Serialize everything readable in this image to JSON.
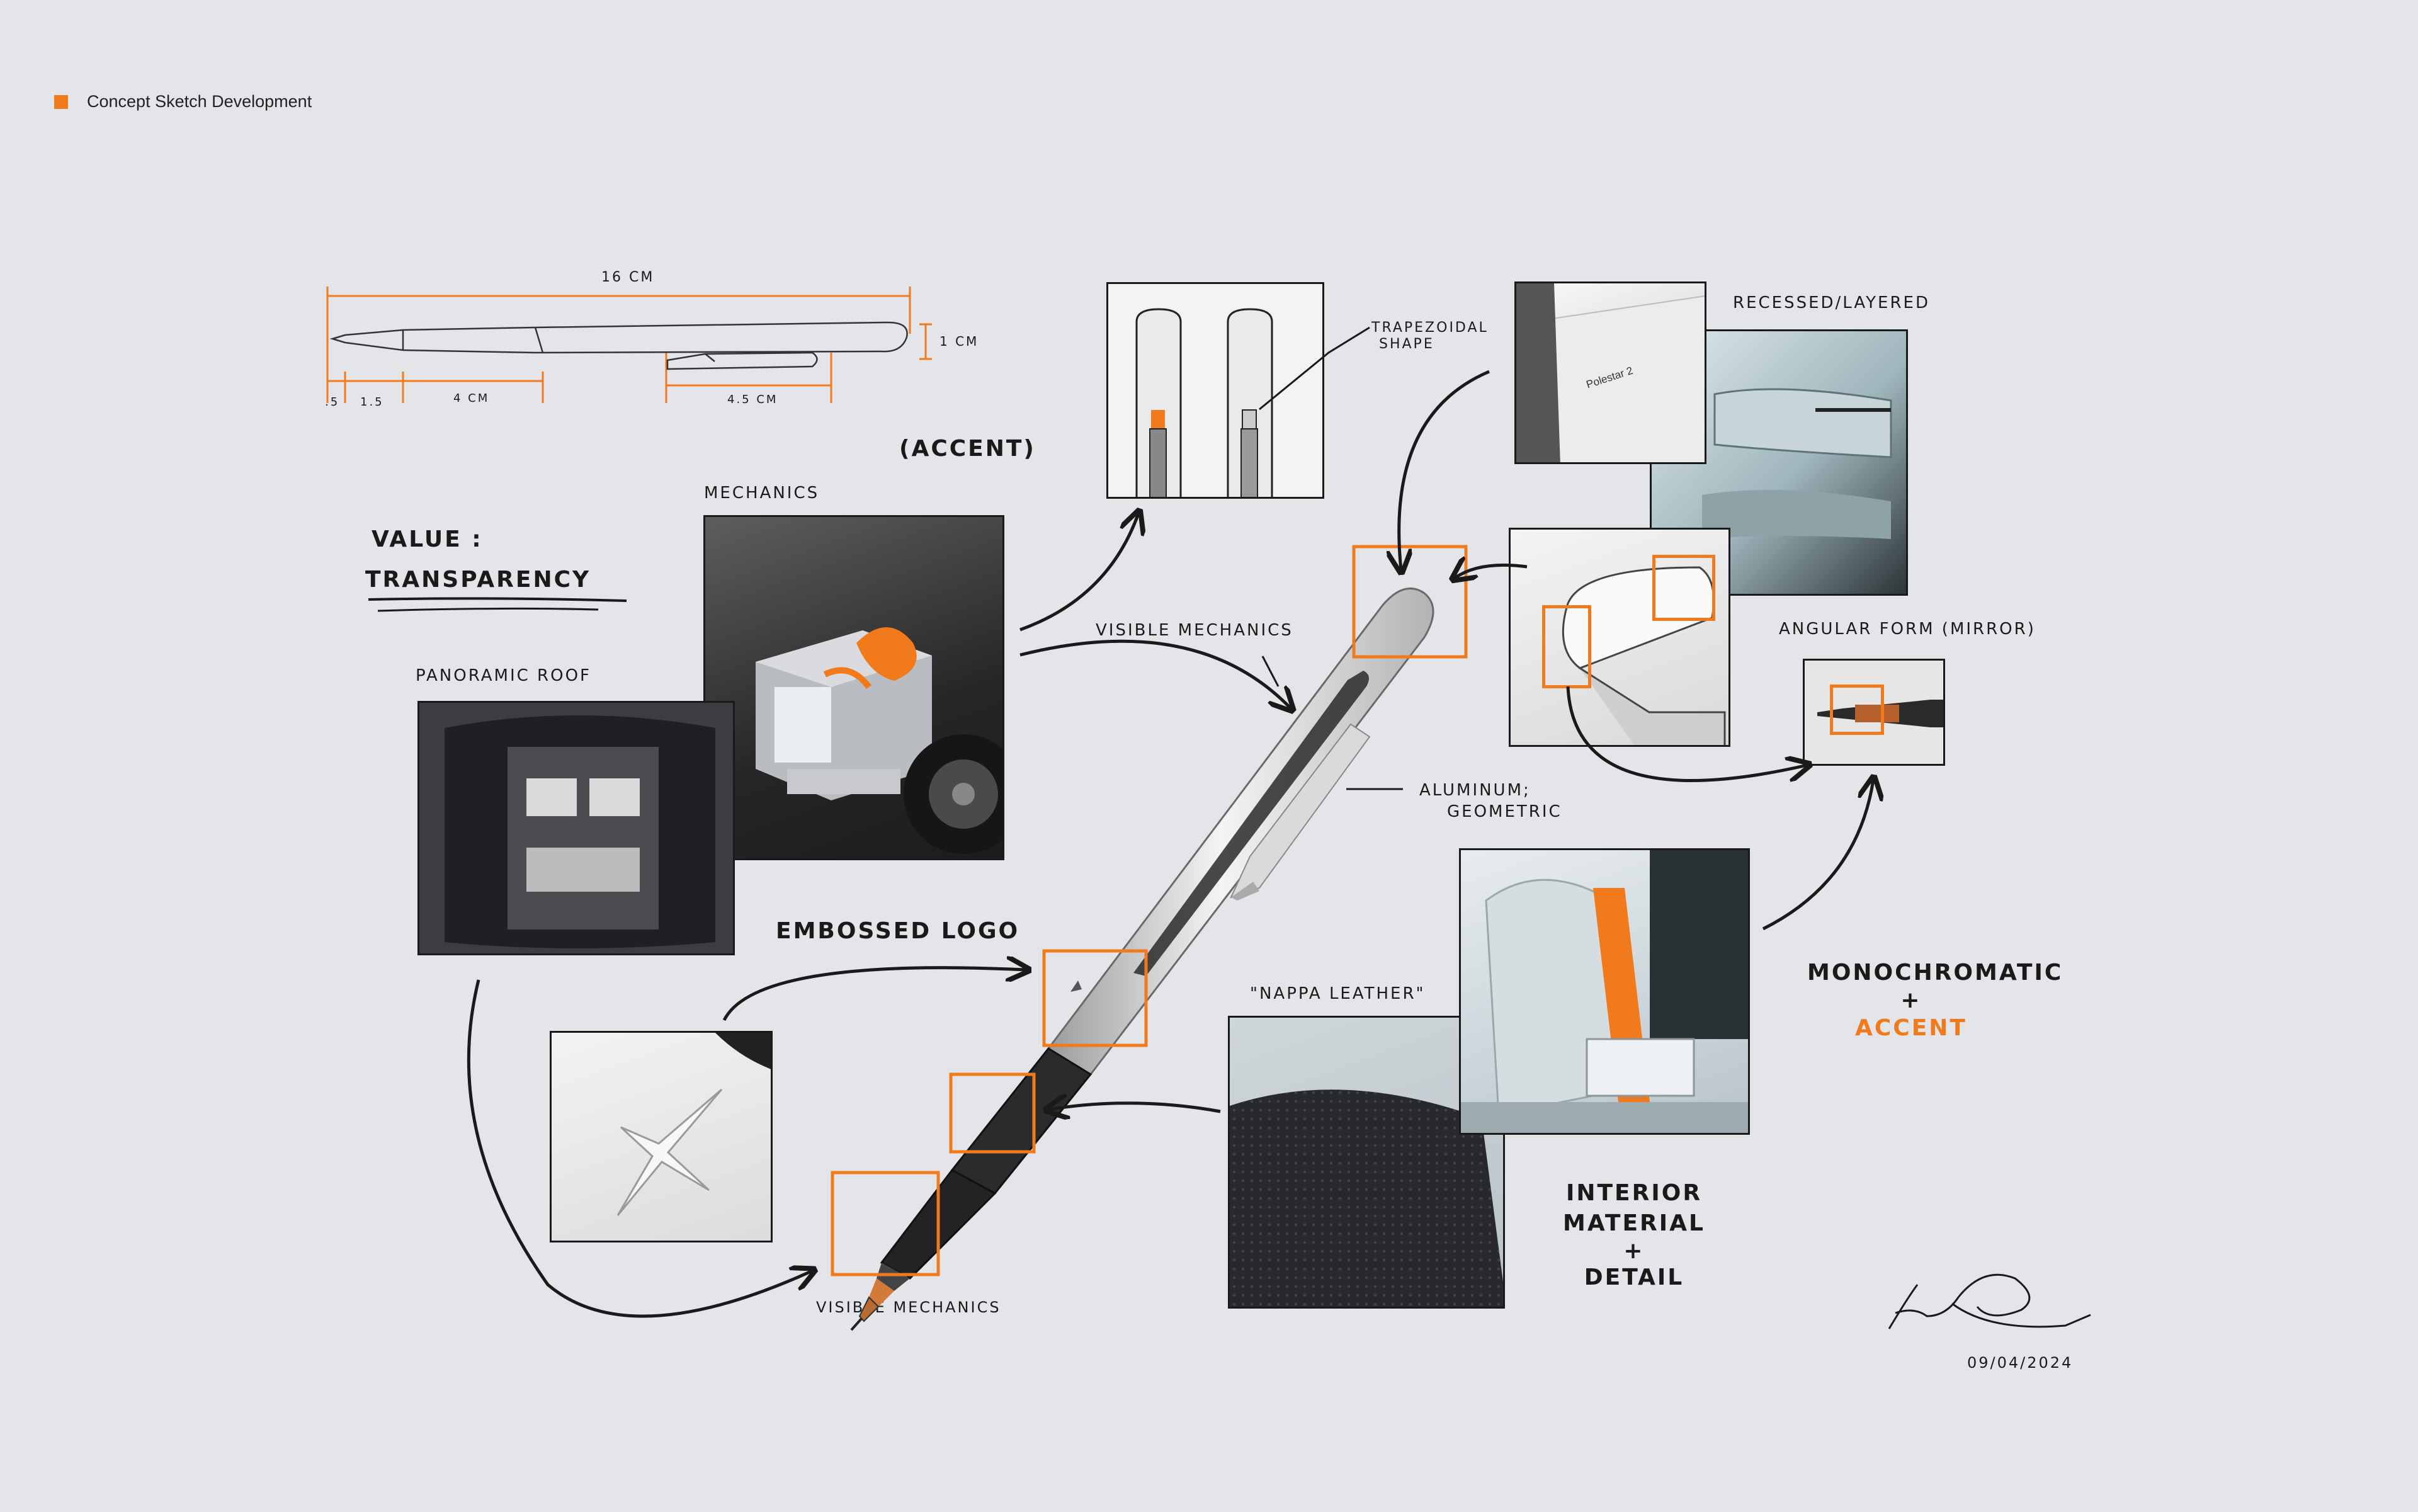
{
  "header": {
    "title": "Concept Sketch Development"
  },
  "dimensions": {
    "length": "16 cm",
    "height": "1 cm",
    "seg1": ".5",
    "seg2": "1.5",
    "seg3": "4 cm",
    "seg4": "4.5 cm"
  },
  "labels": {
    "value": "VALUE :",
    "transparency": "TRANSPARENCY",
    "mechanics": "MECHANICS",
    "accent_paren": "(ACCENT)",
    "trapezoidal_1": "TRAPEZOIDAL",
    "trapezoidal_2": "SHAPE",
    "recessed": "RECESSED/LAYERED",
    "panoramic": "PANORAMIC ROOF",
    "visible_mech_top": "VISIBLE MECHANICS",
    "angular": "ANGULAR FORM (MIRROR)",
    "aluminum_1": "ALUMINUM;",
    "aluminum_2": "GEOMETRIC",
    "embossed": "EMBOSSED LOGO",
    "nappa": "\"NAPPA LEATHER\"",
    "mono": "MONOCHROMATIC",
    "plus1": "+",
    "accent": "ACCENT",
    "interior_1": "INTERIOR",
    "interior_2": "MATERIAL",
    "plus2": "+",
    "interior_3": "DETAIL",
    "visible_mech_bottom": "VISIBLE MECHANICS",
    "badge_title": "Polestar 2",
    "date": "09/04/2024"
  },
  "colors": {
    "accent": "#f07a1c",
    "background": "#e4e5e8",
    "ink": "#1a1a1a"
  }
}
